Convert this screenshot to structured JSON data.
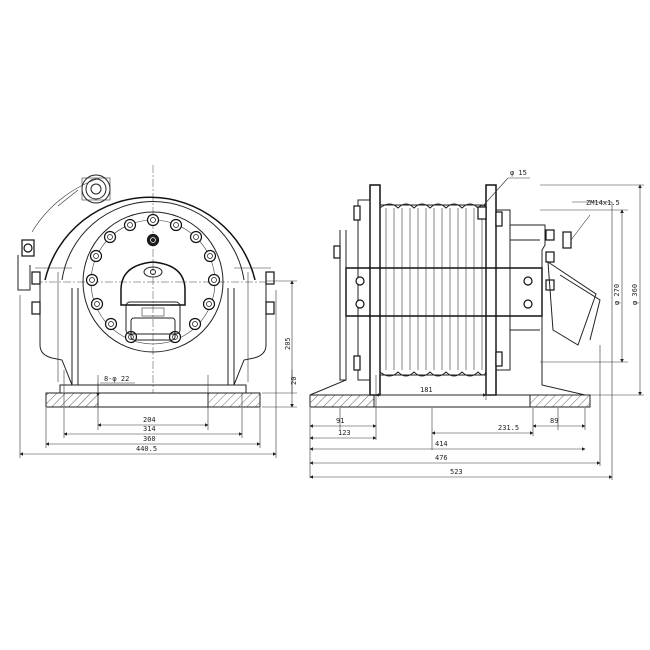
{
  "front_view": {
    "dims": {
      "hole_spec": "8-φ 22",
      "d204": "204",
      "d314": "314",
      "d360": "360",
      "d440": "440.5",
      "h205": "205",
      "h20": "20"
    }
  },
  "side_view": {
    "dims": {
      "d181": "181",
      "d91": "91",
      "d123": "123",
      "d231": "231.5",
      "d89": "89",
      "d414": "414",
      "d476": "476",
      "d523": "523",
      "phi15": "φ 15",
      "thread": "ZM14x1.5",
      "phi270": "φ 270",
      "phi360": "φ 360"
    }
  }
}
